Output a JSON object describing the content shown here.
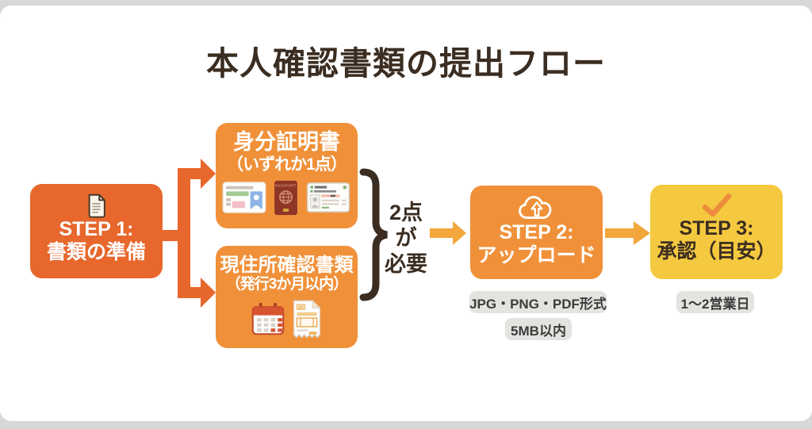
{
  "title": "本人確認書類の提出フロー",
  "colors": {
    "deep_orange": "#E7672C",
    "orange": "#F0913A",
    "arrow_orange": "#F2A63B",
    "yellow": "#F5C93F",
    "dark_brown": "#3B2D21",
    "pill_bg": "#E5E3E0"
  },
  "step1": {
    "title": "STEP 1:",
    "subtitle": "書類の準備",
    "icon": "document-icon"
  },
  "id_docs": {
    "title": "身分証明書",
    "subtitle": "（いずれか1点）",
    "icons": [
      "drivers-license-icon",
      "passport-icon",
      "health-insurance-card-icon"
    ],
    "passport_label": "PASSPORT"
  },
  "address_docs": {
    "title": "現住所確認書類",
    "subtitle": "（発行3か月以内）",
    "icons": [
      "calendar-icon",
      "invoice-icon"
    ]
  },
  "requirement": {
    "brace": "}",
    "line1": "2点",
    "line2": "が",
    "line3": "必要"
  },
  "step2": {
    "title": "STEP 2:",
    "subtitle": "アップロード",
    "icon": "cloud-upload-icon",
    "note1": "JPG・PNG・PDF形式",
    "note2": "5MB以内"
  },
  "step3": {
    "title": "STEP 3:",
    "subtitle": "承認（目安）",
    "icon": "check-icon",
    "note1": "1〜2営業日"
  }
}
